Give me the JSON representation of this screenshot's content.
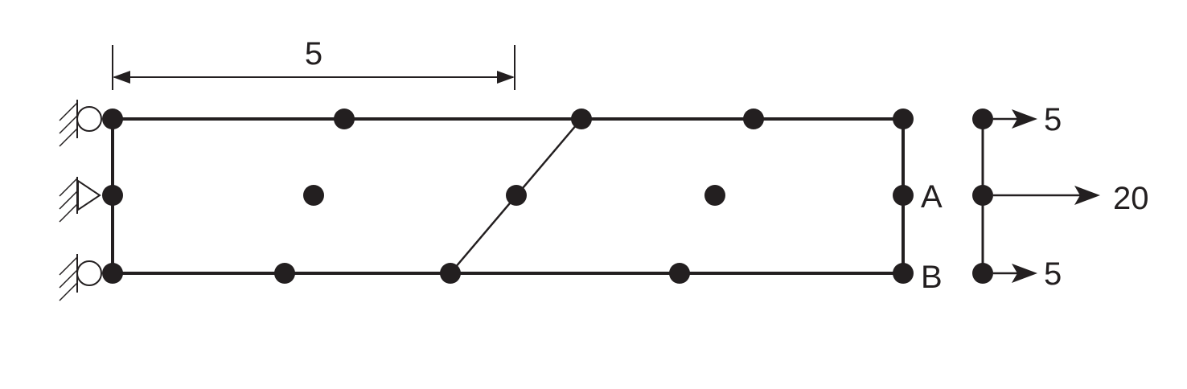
{
  "dimension": {
    "label": "5"
  },
  "points": {
    "a_label": "A",
    "b_label": "B"
  },
  "loads": {
    "top_value": "5",
    "middle_value": "20",
    "bottom_value": "5"
  },
  "colors": {
    "ink": "#231f20",
    "background": "#ffffff"
  }
}
